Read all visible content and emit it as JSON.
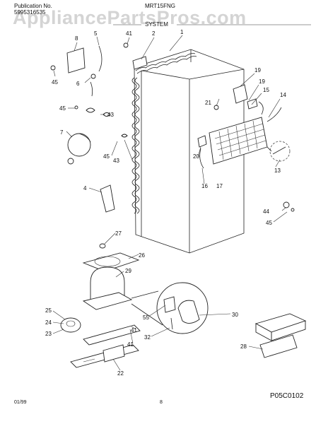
{
  "header": {
    "publication_label": "Publication No.",
    "publication_number": "5995316535",
    "model": "MRT15FNG",
    "section": "SYSTEM"
  },
  "watermark": "AppliancePartsPros.com",
  "diagram_code": "P05C0102",
  "footer": {
    "date": "01/99",
    "page": "8"
  },
  "callouts": {
    "c1": "1",
    "c2": "2",
    "c4": "4",
    "c5": "5",
    "c6": "6",
    "c7": "7",
    "c8": "8",
    "c13": "13",
    "c14": "14",
    "c15": "15",
    "c16": "16",
    "c17": "17",
    "c19a": "19",
    "c19b": "19",
    "c20": "20",
    "c21": "21",
    "c22": "22",
    "c23": "23",
    "c24": "24",
    "c25": "25",
    "c26": "26",
    "c27": "27",
    "c28": "28",
    "c29": "29",
    "c30": "30",
    "c32": "32",
    "c41a": "41",
    "c41b": "41",
    "c41c": "41",
    "c43a": "43",
    "c43b": "43",
    "c44": "44",
    "c45a": "45",
    "c45b": "45",
    "c45c": "45",
    "c45d": "45",
    "c55": "55"
  }
}
